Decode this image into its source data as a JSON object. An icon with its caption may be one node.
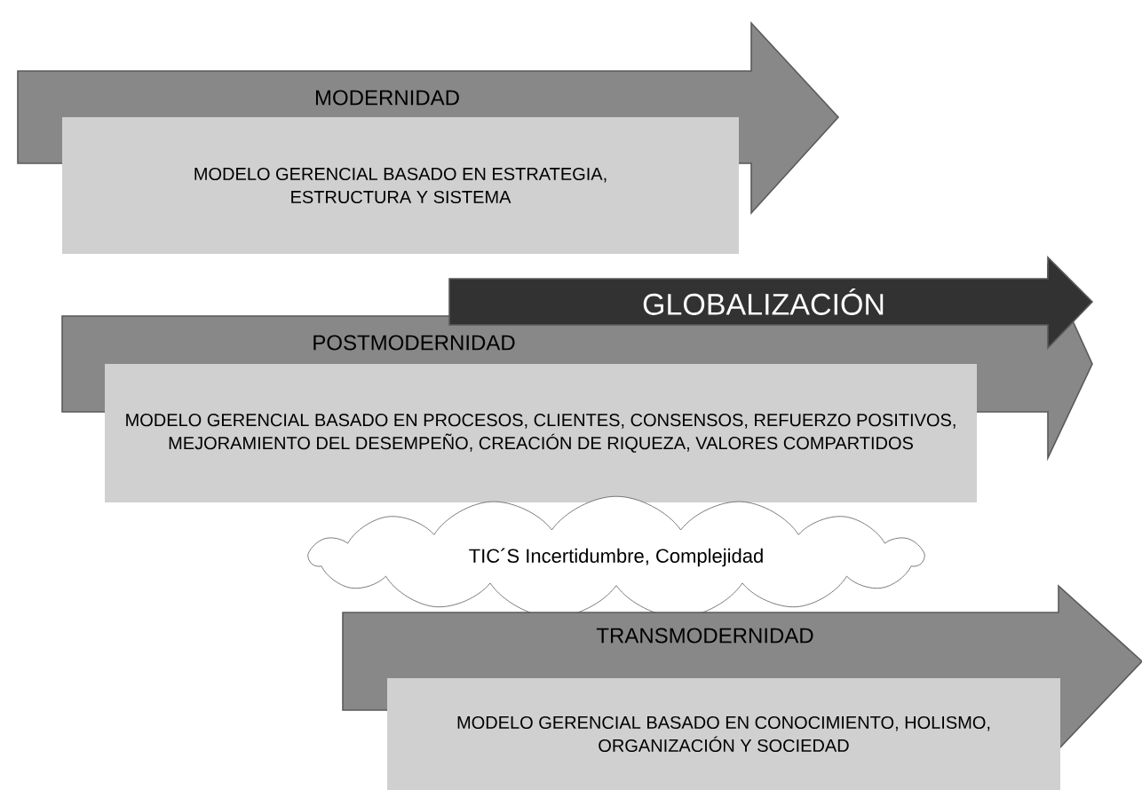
{
  "diagram": {
    "nodes": [
      {
        "text": [
          "MODERNIDAD"
        ]
      },
      {
        "text": [
          "MODELO GERENCIAL BASADO EN ESTRATEGIA, ESTRUCTURA Y SISTEMA"
        ]
      },
      {
        "text": [
          "POSTMODERNIDAD"
        ]
      },
      {
        "text": [
          "GLOBALIZACIÓN"
        ]
      },
      {
        "text": [
          "MODELO GERENCIAL BASADO EN PROCESOS, CLIENTES, CONSENSOS, REFUERZO POSITIVOS, MEJORAMIENTO DEL DESEMPEÑO, CREACIÓN DE RIQUEZA, VALORES COMPARTIDOS"
        ]
      },
      {
        "text": [
          "TIC´S Incertidumbre, Complejidad"
        ]
      },
      {
        "text": [
          "TRANSMODERNIDAD"
        ]
      },
      {
        "text": [
          "MODELO GERENCIAL BASADO EN CONOCIMIENTO, HOLISMO,  ORGANIZACIÓN Y SOCIEDAD"
        ]
      }
    ]
  }
}
